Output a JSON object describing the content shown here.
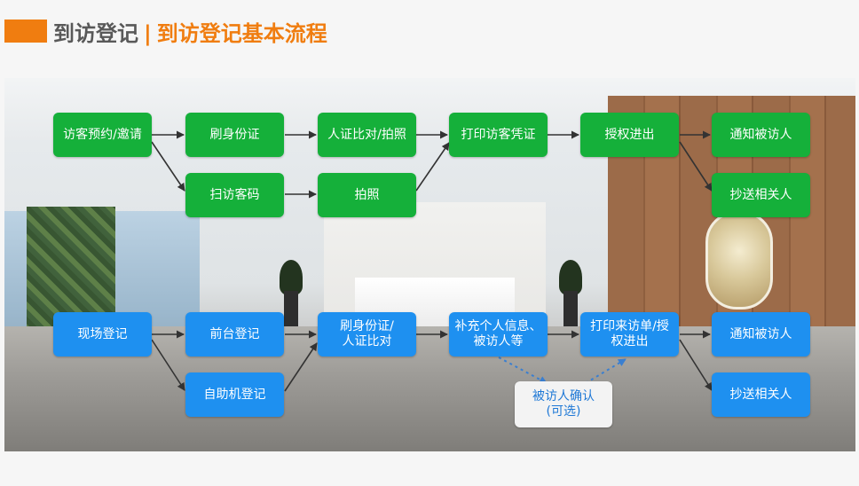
{
  "header": {
    "title": "到访登记",
    "separator": "|",
    "subtitle": "到访登记基本流程"
  },
  "colors": {
    "accent": "#f07d10",
    "title_gray": "#595959",
    "green_box": "#15b03a",
    "blue_box": "#1e90f0",
    "arrow": "#333333",
    "dotted_arrow": "#3a7fd0"
  },
  "top_flow": {
    "visitor_booking": "访客预约/邀请",
    "swipe_id": "刷身份证",
    "scan_code": "扫访客码",
    "id_match_photo": "人证比对/拍照",
    "photo": "拍照",
    "print_pass": "打印访客凭证",
    "grant_access": "授权进出",
    "notify_host": "通知被访人",
    "cc_related": "抄送相关人"
  },
  "bottom_flow": {
    "onsite_register": "现场登记",
    "front_desk_register": "前台登记",
    "kiosk_register": "自助机登记",
    "swipe_id_match": "刷身份证/\n人证比对",
    "supplement_info": "补充个人信息、\n被访人等",
    "host_confirm": "被访人确认\n(可选)",
    "print_slip_access": "打印来访单/授\n权进出",
    "notify_host": "通知被访人",
    "cc_related": "抄送相关人"
  }
}
